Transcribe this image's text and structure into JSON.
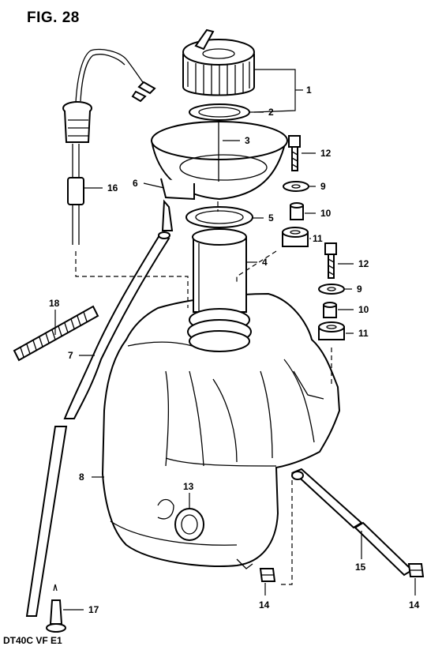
{
  "figure": {
    "title": "FIG. 28",
    "code": "DT40C VF E1"
  },
  "callouts": {
    "c1": "1",
    "c2": "2",
    "c3": "3",
    "c4": "4",
    "c5": "5",
    "c6": "6",
    "c7": "7",
    "c8": "8",
    "c9a": "9",
    "c9b": "9",
    "c10a": "10",
    "c10b": "10",
    "c11a": "11",
    "c11b": "11",
    "c12a": "12",
    "c12b": "12",
    "c13": "13",
    "c14a": "14",
    "c14b": "14",
    "c15": "15",
    "c16": "16",
    "c17": "17",
    "c18": "18"
  }
}
